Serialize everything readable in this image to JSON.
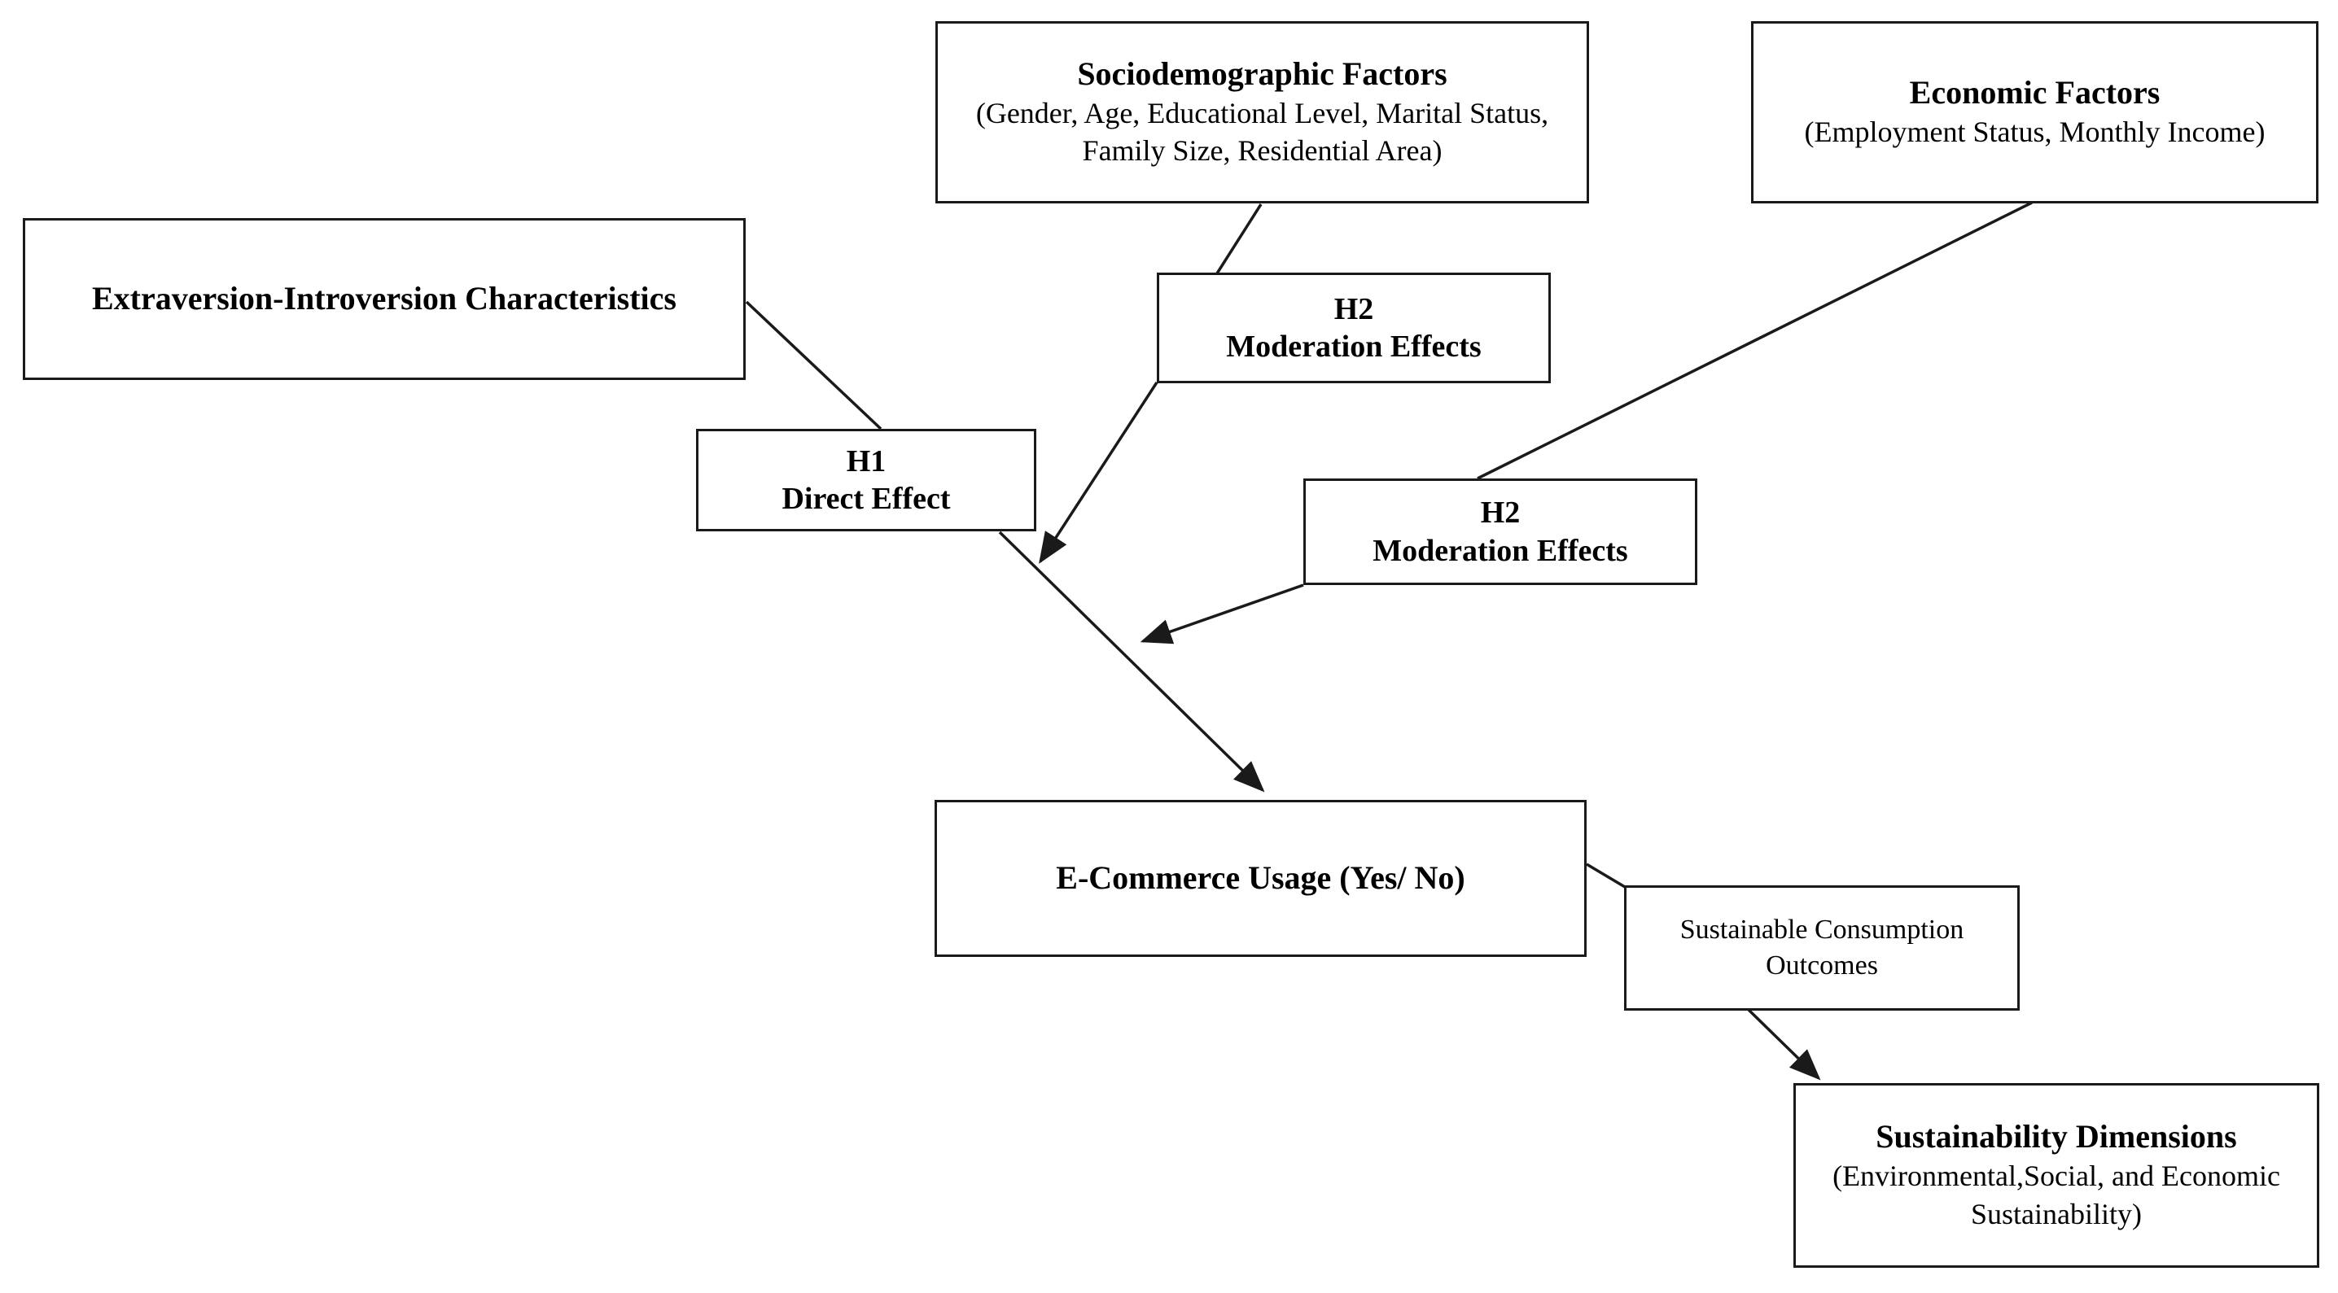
{
  "diagram": {
    "type": "conceptual-research-framework",
    "background_color": "#ffffff",
    "line_color": "#1a1a1a",
    "nodes": [
      {
        "id": "sociodemographic",
        "title": "Sociodemographic Factors",
        "subtitle": "(Gender, Age, Educational Level, Marital Status, Family Size, Residential Area)"
      },
      {
        "id": "economic",
        "title": "Economic Factors",
        "subtitle": "(Employment Status, Monthly Income)"
      },
      {
        "id": "extraversion",
        "title": "Extraversion-Introversion Characteristics",
        "subtitle": ""
      },
      {
        "id": "h2-socio",
        "title": "H2\nModeration Effects",
        "line1": "H2",
        "line2": "Moderation Effects"
      },
      {
        "id": "h1",
        "line1": "H1",
        "line2": "Direct Effect"
      },
      {
        "id": "h2-econ",
        "line1": "H2",
        "line2": "Moderation Effects"
      },
      {
        "id": "ecommerce",
        "title": "E-Commerce Usage (Yes/ No)"
      },
      {
        "id": "sustainable-consumption",
        "line1": "Sustainable Consumption",
        "line2": "Outcomes"
      },
      {
        "id": "sustainability-dimensions",
        "title": "Sustainability Dimensions",
        "subtitle": "(Environmental,Social, and Economic Sustainability)"
      }
    ],
    "edges": [
      {
        "id": "extraversion-to-h1",
        "from": "extraversion",
        "to": "h1",
        "arrowhead": false
      },
      {
        "id": "sociodemographic-to-h2socio",
        "from": "sociodemographic",
        "to": "h2-socio",
        "arrowhead": false
      },
      {
        "id": "h2socio-to-ecommerce-path",
        "from": "h2-socio",
        "to": "ecommerce-path",
        "arrowhead": true
      },
      {
        "id": "economic-to-h2econ",
        "from": "economic",
        "to": "h2-econ",
        "arrowhead": false
      },
      {
        "id": "h2econ-to-ecommerce-path",
        "from": "h2-econ",
        "to": "ecommerce-path",
        "arrowhead": true
      },
      {
        "id": "h1-to-ecommerce",
        "from": "h1",
        "to": "ecommerce",
        "arrowhead": true
      },
      {
        "id": "ecommerce-to-sustainable-consumption",
        "from": "ecommerce",
        "to": "sustainable-consumption",
        "arrowhead": false
      },
      {
        "id": "sustainable-consumption-to-sustainability-dimensions",
        "from": "sustainable-consumption",
        "to": "sustainability-dimensions",
        "arrowhead": true
      }
    ]
  }
}
